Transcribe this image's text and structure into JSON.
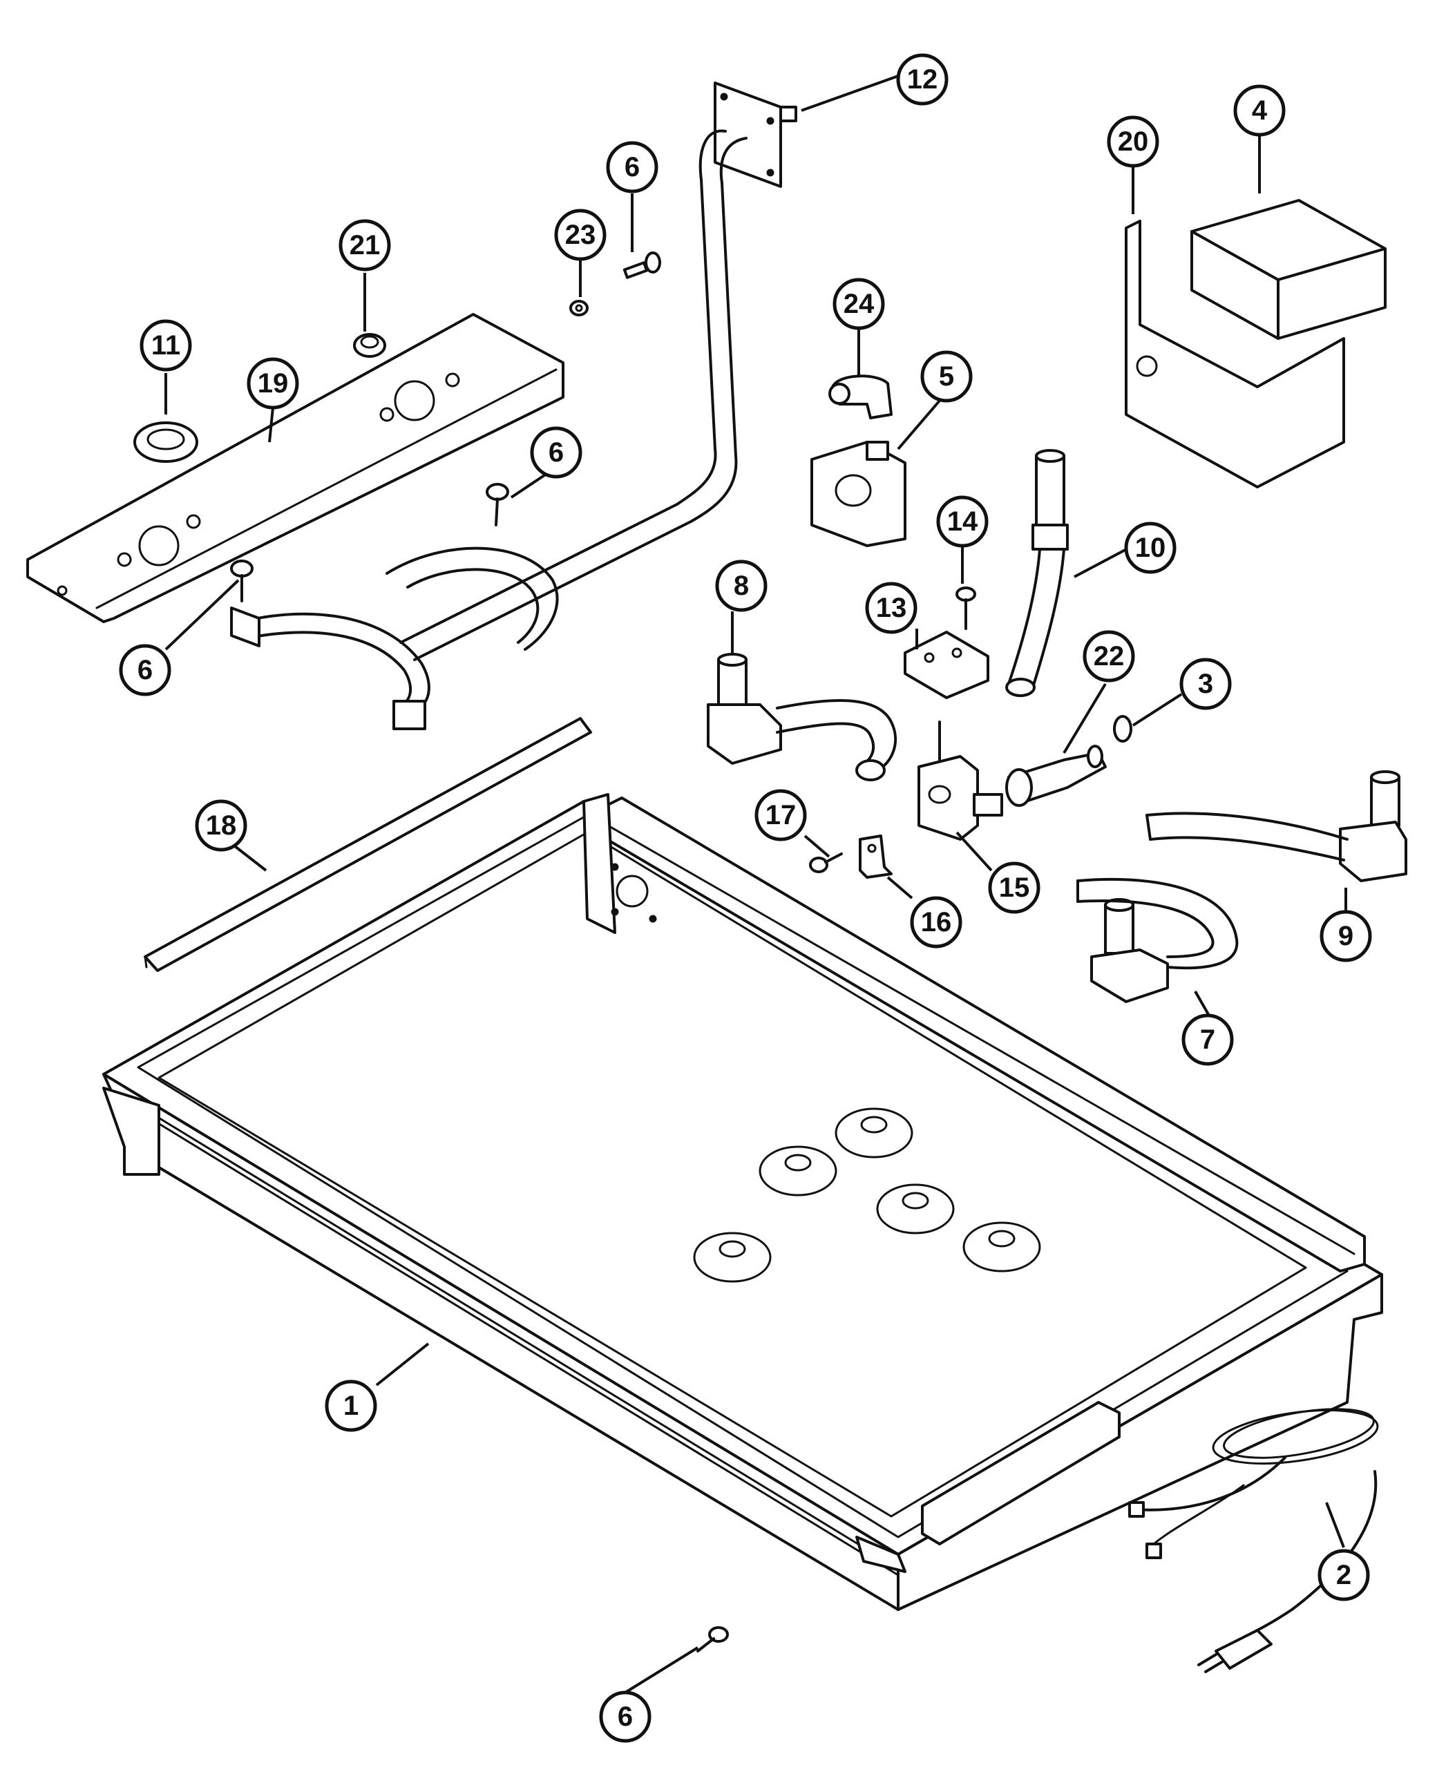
{
  "diagram": {
    "type": "exploded-parts-diagram",
    "callouts": [
      {
        "id": "c1",
        "label": "1"
      },
      {
        "id": "c2",
        "label": "2"
      },
      {
        "id": "c3",
        "label": "3"
      },
      {
        "id": "c4",
        "label": "4"
      },
      {
        "id": "c5",
        "label": "5"
      },
      {
        "id": "c6a",
        "label": "6"
      },
      {
        "id": "c6b",
        "label": "6"
      },
      {
        "id": "c6c",
        "label": "6"
      },
      {
        "id": "c6d",
        "label": "6"
      },
      {
        "id": "c7",
        "label": "7"
      },
      {
        "id": "c8",
        "label": "8"
      },
      {
        "id": "c9",
        "label": "9"
      },
      {
        "id": "c10",
        "label": "10"
      },
      {
        "id": "c11",
        "label": "11"
      },
      {
        "id": "c12",
        "label": "12"
      },
      {
        "id": "c13",
        "label": "13"
      },
      {
        "id": "c14",
        "label": "14"
      },
      {
        "id": "c15",
        "label": "15"
      },
      {
        "id": "c16",
        "label": "16"
      },
      {
        "id": "c17",
        "label": "17"
      },
      {
        "id": "c18",
        "label": "18"
      },
      {
        "id": "c19",
        "label": "19"
      },
      {
        "id": "c20",
        "label": "20"
      },
      {
        "id": "c21",
        "label": "21"
      },
      {
        "id": "c22",
        "label": "22"
      },
      {
        "id": "c23",
        "label": "23"
      },
      {
        "id": "c24",
        "label": "24"
      }
    ]
  }
}
